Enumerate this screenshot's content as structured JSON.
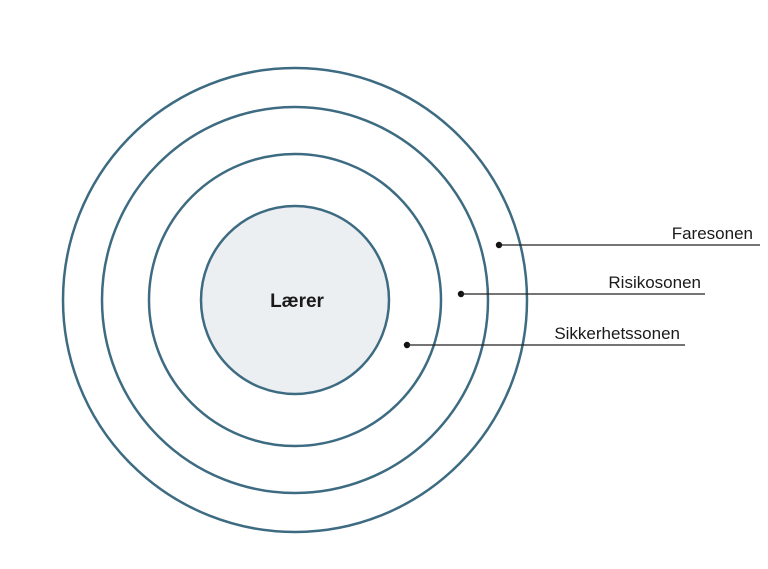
{
  "diagram": {
    "center_label": "Lærer",
    "zones": [
      {
        "label": "Faresonen"
      },
      {
        "label": "Risikosonen"
      },
      {
        "label": "Sikkerhetssonen"
      }
    ],
    "colors": {
      "ring_stroke": "#3d6b82",
      "core_fill": "#eceff2",
      "text": "#1a1a1a",
      "leader_line": "#222222"
    }
  }
}
